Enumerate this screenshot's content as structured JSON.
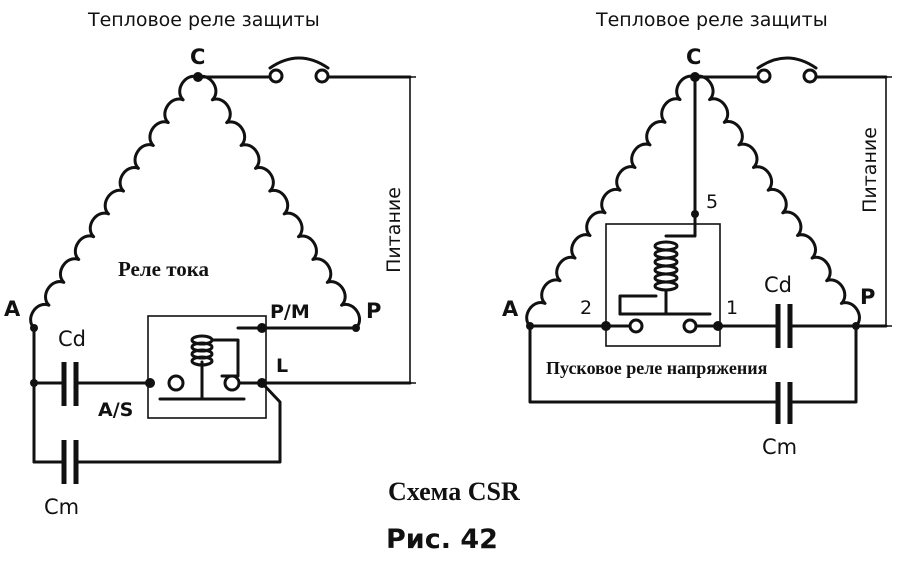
{
  "left": {
    "thermal_label": "Тепловое реле защиты",
    "terminal_c": "C",
    "terminal_a": "A",
    "terminal_p": "P",
    "relay_label": "Реле тока",
    "pm_label": "P/M",
    "l_label": "L",
    "as_label": "A/S",
    "cd_label": "Cd",
    "cm_label": "Cm",
    "supply_label": "Питание"
  },
  "right": {
    "thermal_label": "Тепловое реле защиты",
    "terminal_c": "C",
    "terminal_a": "A",
    "terminal_p": "P",
    "pin_5": "5",
    "pin_2": "2",
    "pin_1": "1",
    "cd_label": "Cd",
    "cm_label": "Cm",
    "supply_label": "Питание",
    "relay_label": "Пусковое реле напряжения"
  },
  "caption": {
    "scheme": "Схема CSR",
    "figure": "Рис. 42"
  }
}
